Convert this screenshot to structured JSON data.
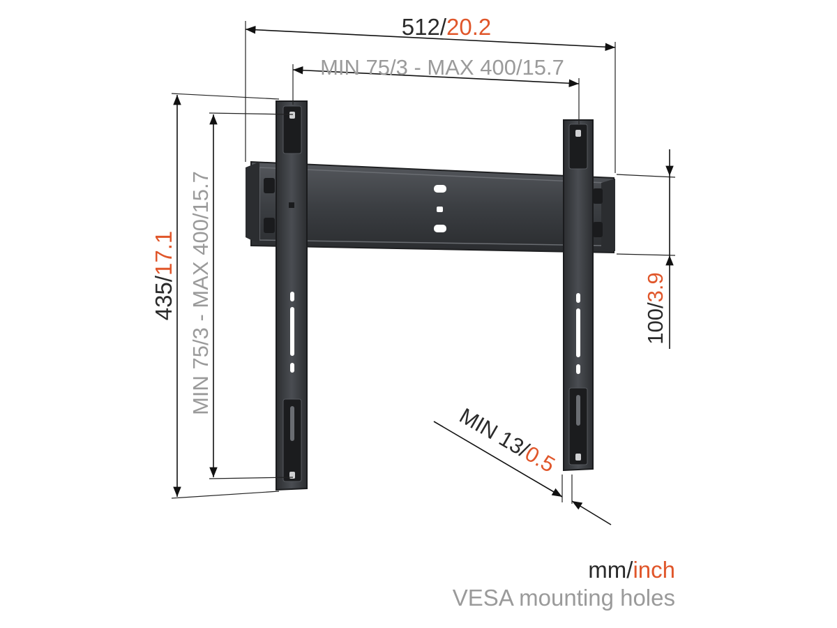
{
  "colors": {
    "mm_text": "#2a2a2a",
    "inch_text": "#e0562a",
    "vesa_text": "#9a9a9a",
    "metal": "#3d3f43",
    "metal_light": "#5a5d62"
  },
  "dimensions": {
    "total_width": {
      "mm": "512/",
      "inch": "20.2"
    },
    "vesa_width": "MIN 75/3 - MAX 400/15.7",
    "total_height": {
      "mm": "435/",
      "inch": "17.1"
    },
    "vesa_height": "MIN 75/3 - MAX 400/15.7",
    "wall_plate_height": {
      "mm": "100/",
      "inch": "3.9"
    },
    "wall_distance": {
      "mm": "MIN 13/",
      "inch": "0.5"
    }
  },
  "legend": {
    "mm": "mm/",
    "inch": "inch",
    "vesa_caption": "VESA mounting holes"
  }
}
